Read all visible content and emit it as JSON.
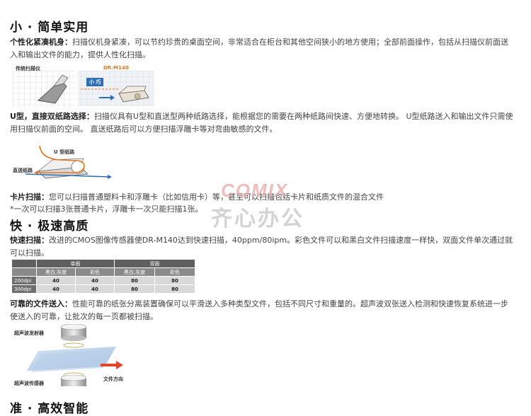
{
  "sections": {
    "s1_title": "小 · 简单实用",
    "s2_title": "快 · 极速高质",
    "s3_title": "准 · 高效智能"
  },
  "paragraphs": {
    "compact_label": "个性化紧凑机身：",
    "compact_text": "扫描仪机身紧凑，可以节约珍贵的桌面空间，非常适合在柜台和其他空间狭小的地方使用；全部前面操作，包括从扫描仪前面送入和输出文件的能力，提供人性化扫描。",
    "upath_label": "U型，直接双纸路选择：",
    "upath_text": "扫描仪具有U型和直送型两种纸路选择，能根据您的需要在两种纸路间快速、方便地转换。 U型纸路送入和输出文件只需使用扫描仪前面的空间。 直送纸路后可以方便扫描浮雕卡等对弯曲敏感的文件。",
    "card_label": "卡片扫描：",
    "card_text": "您可以扫描普通塑料卡和浮雕卡（比如信用卡）等，甚至可以扫描包括卡片和纸质文件的混合文件",
    "card_note": "*一次可以扫描3张普通卡片，浮雕卡一次只能扫描1张。",
    "fast_label": "快速扫描：",
    "fast_text": "改进的CMOS图像传感器使DR-M140达到快速扫描，40ppm/80ipm。彩色文件可以和黑白文件扫描速度一样快，双面文件单次通过就可以扫描。",
    "reliable_label": "可靠的文件送入：",
    "reliable_text": "性能可靠的纸张分离装置确保可以平滑送入多种类型文件，包括不同尺寸和重量的。超声波双张送入检测和快速恢复系统进一步使送入的可靠，让批次的每一页都被扫描。"
  },
  "figure1": {
    "left_label": "传统扫描仪",
    "right_label": "DR-M140",
    "badge": "小 巧"
  },
  "figure2": {
    "u_label": "U 型纸路",
    "straight_label": "直送纸路"
  },
  "spec_table": {
    "group_headers": [
      "单面",
      "双面"
    ],
    "sub_headers": [
      "黑白,灰度",
      "彩色",
      "黑白,灰度",
      "彩色"
    ],
    "rows": [
      {
        "label": "200dpi",
        "values": [
          "40",
          "40",
          "80",
          "80"
        ]
      },
      {
        "label": "300dpi",
        "values": [
          "40",
          "40",
          "80",
          "80"
        ]
      }
    ]
  },
  "figure3": {
    "emitter_label": "超声波发射器",
    "sensor_label": "超声波传感器",
    "direction_label": "文件方向"
  },
  "watermark": {
    "brand": "COMIX",
    "name": "齐心办公"
  },
  "colors": {
    "accent_orange": "#e87722",
    "accent_blue": "#2f6db5",
    "watermark_red": "#e8a8a8"
  }
}
